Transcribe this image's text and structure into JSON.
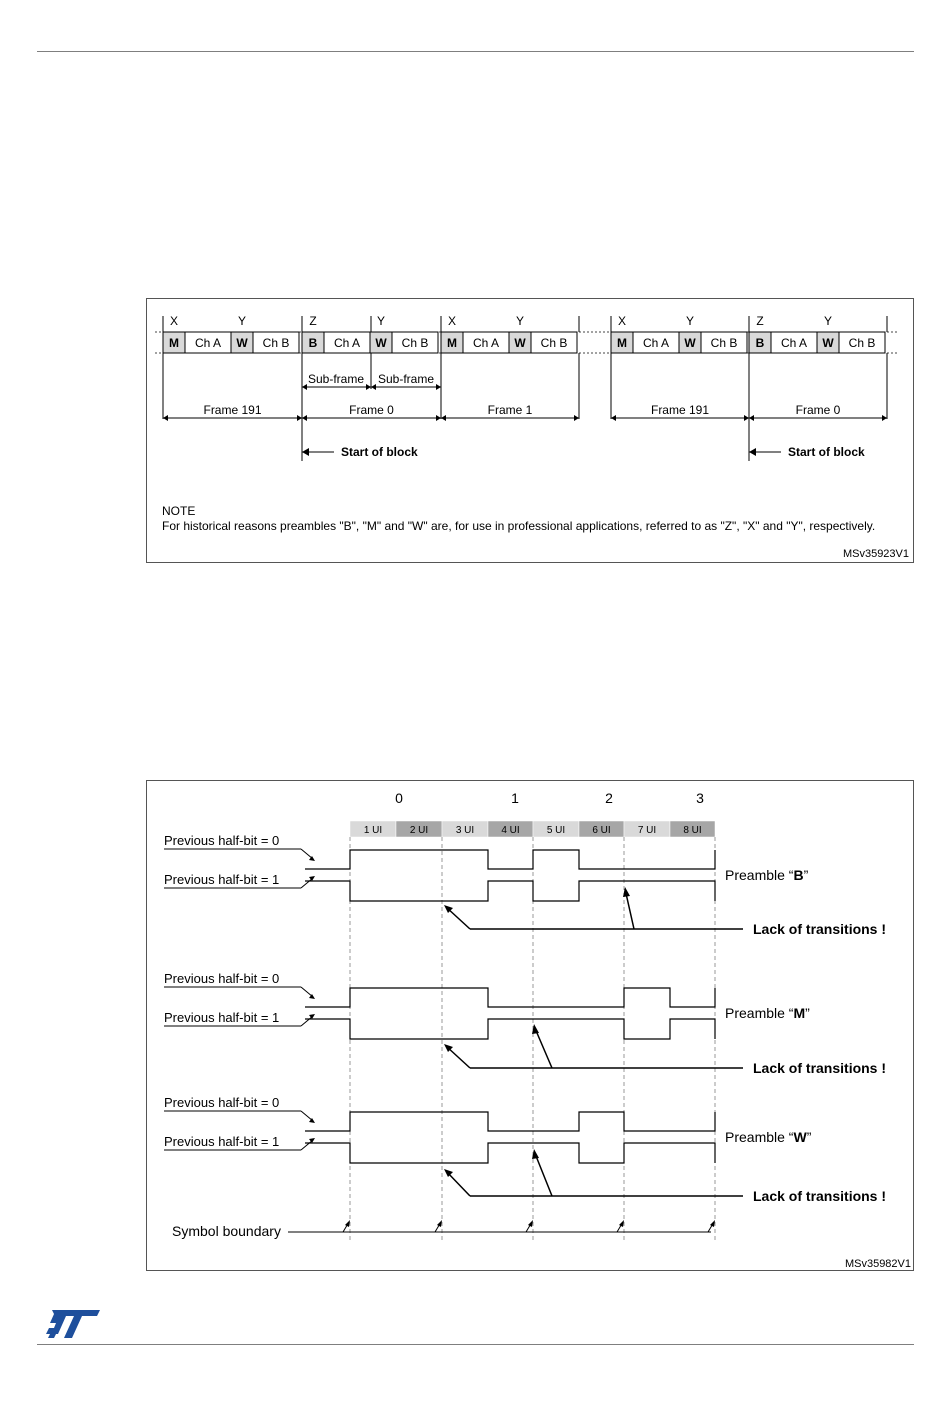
{
  "figure1": {
    "top_labels": [
      "X",
      "Y",
      "Z",
      "Y",
      "X",
      "Y",
      "X",
      "Y",
      "Z",
      "Y"
    ],
    "cells": [
      "M",
      "Ch A",
      "W",
      "Ch B",
      "B",
      "Ch A",
      "W",
      "Ch B",
      "M",
      "Ch A",
      "W",
      "Ch B",
      "M",
      "Ch A",
      "W",
      "Ch B",
      "B",
      "Ch A",
      "W",
      "Ch B"
    ],
    "subframe_labels": [
      "Sub-frame",
      "Sub-frame"
    ],
    "frame_labels": [
      "Frame 191",
      "Frame 0",
      "Frame 1",
      "Frame 191",
      "Frame 0"
    ],
    "start_of_block": "Start of block",
    "note_title": "NOTE",
    "note_text": "For historical reasons preambles \"B\", \"M\" and \"W\" are, for use in professional applications, referred to as \"Z\", \"X\" and \"Y\", respectively.",
    "figure_id": "MSv35923V1"
  },
  "figure2": {
    "symbols": [
      "0",
      "1",
      "2",
      "3"
    ],
    "ui_labels": [
      "1 UI",
      "2 UI",
      "3 UI",
      "4 UI",
      "5 UI",
      "6 UI",
      "7 UI",
      "8 UI"
    ],
    "prev0": "Previous half-bit = 0",
    "prev1": "Previous half-bit = 1",
    "preamble_prefix": "Preamble “",
    "preamble_suffix": "”",
    "preambles": [
      "B",
      "M",
      "W"
    ],
    "lack": "Lack of transitions !",
    "symbol_boundary": "Symbol boundary",
    "figure_id": "MSv35982V1"
  },
  "colors": {
    "ui_light": "#d9d9d9",
    "ui_dark": "#a6a6a6",
    "cell_dark": "#d9d9d9",
    "rule": "#7f7f7f",
    "logo": "#1e4f9c"
  }
}
